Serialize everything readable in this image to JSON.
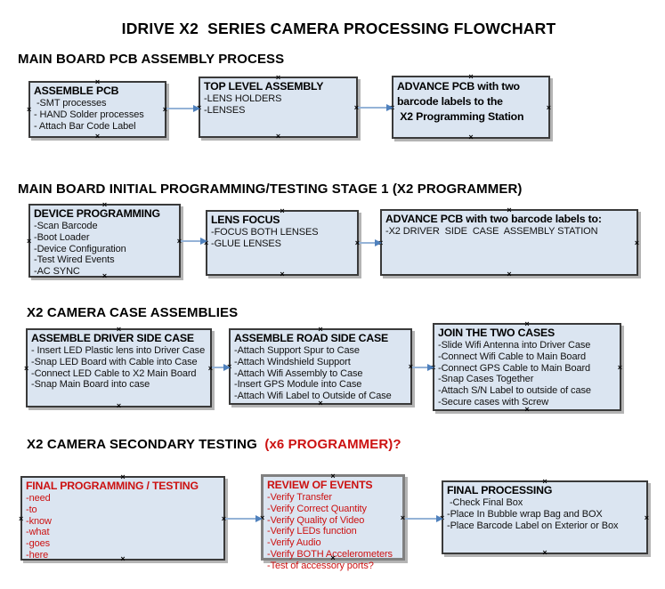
{
  "title": "IDRIVE X2  SERIES CAMERA PROCESSING FLOWCHART",
  "icons": {
    "anchor_glyph": "×"
  },
  "colors": {
    "box_fill": "#dbe5f1",
    "box_border": "#3a3a3a",
    "selected_border": "#808080",
    "arrow_line": "#95b3d7",
    "arrow_head": "#4f81bd",
    "red_text": "#cc1111"
  },
  "sections": [
    {
      "heading": "MAIN BOARD PCB ASSEMBLY PROCESS",
      "boxes": [
        {
          "title": "ASSEMBLE PCB",
          "items": [
            " -SMT processes",
            "- HAND Solder processes",
            "- Attach Bar Code Label"
          ]
        },
        {
          "title": "TOP LEVEL ASSEMBLY",
          "items": [
            "-LENS HOLDERS",
            "-LENSES"
          ]
        },
        {
          "title_lines": [
            "ADVANCE PCB with two",
            "barcode labels to the",
            " X2 Programming Station"
          ]
        }
      ]
    },
    {
      "heading": "MAIN BOARD INITIAL PROGRAMMING/TESTING STAGE 1 (X2 PROGRAMMER)",
      "boxes": [
        {
          "title": "DEVICE PROGRAMMING",
          "items": [
            "-Scan Barcode",
            "-Boot Loader",
            "-Device Configuration",
            "-Test Wired Events",
            "-AC SYNC"
          ]
        },
        {
          "title": "LENS FOCUS",
          "items": [
            "-FOCUS BOTH LENSES",
            "-GLUE LENSES"
          ]
        },
        {
          "title": "ADVANCE PCB with two barcode labels to:",
          "items": [
            "-X2 DRIVER  SIDE  CASE  ASSEMBLY STATION"
          ]
        }
      ]
    },
    {
      "heading": "X2 CAMERA CASE ASSEMBLIES",
      "boxes": [
        {
          "title": "ASSEMBLE DRIVER SIDE CASE",
          "items": [
            "- Insert LED Plastic lens into Driver Case",
            "-Snap LED Board with Cable into Case",
            "-Connect LED Cable to X2 Main Board",
            "-Snap Main Board into case"
          ]
        },
        {
          "title": "ASSEMBLE ROAD SIDE CASE",
          "items": [
            "-Attach Support Spur to Case",
            "-Attach Windshield Support",
            "-Attach Wifi Assembly to Case",
            "-Insert GPS Module into Case",
            "-Attach Wifi Label to Outside of Case"
          ]
        },
        {
          "title": "JOIN THE TWO CASES",
          "items": [
            "-Slide Wifi Antenna into Driver Case",
            "-Connect Wifi Cable to Main Board",
            "-Connect GPS Cable to Main Board",
            "-Snap Cases Together",
            "-Attach S/N Label to outside of case",
            "-Secure cases with Screw"
          ]
        }
      ]
    },
    {
      "heading": "X2 CAMERA SECONDARY TESTING ",
      "heading_suffix": " (x6 PROGRAMMER)?",
      "boxes": [
        {
          "title": "FINAL PROGRAMMING / TESTING",
          "items": [
            "-need",
            "-to",
            "-know",
            "-what",
            "-goes",
            "-here"
          ]
        },
        {
          "title": "REVIEW OF EVENTS",
          "items": [
            "-Verify Transfer",
            "-Verify Correct Quantity",
            "-Verify Quality of Video",
            "-Verify LEDs function",
            "-Verify Audio",
            "-Verify BOTH Accelerometers",
            "-Test of accessory ports?"
          ]
        },
        {
          "title": "FINAL PROCESSING",
          "items": [
            " -Check Final Box",
            "-Place In Bubble wrap Bag and BOX",
            "-Place Barcode Label on Exterior or Box"
          ]
        }
      ]
    }
  ]
}
